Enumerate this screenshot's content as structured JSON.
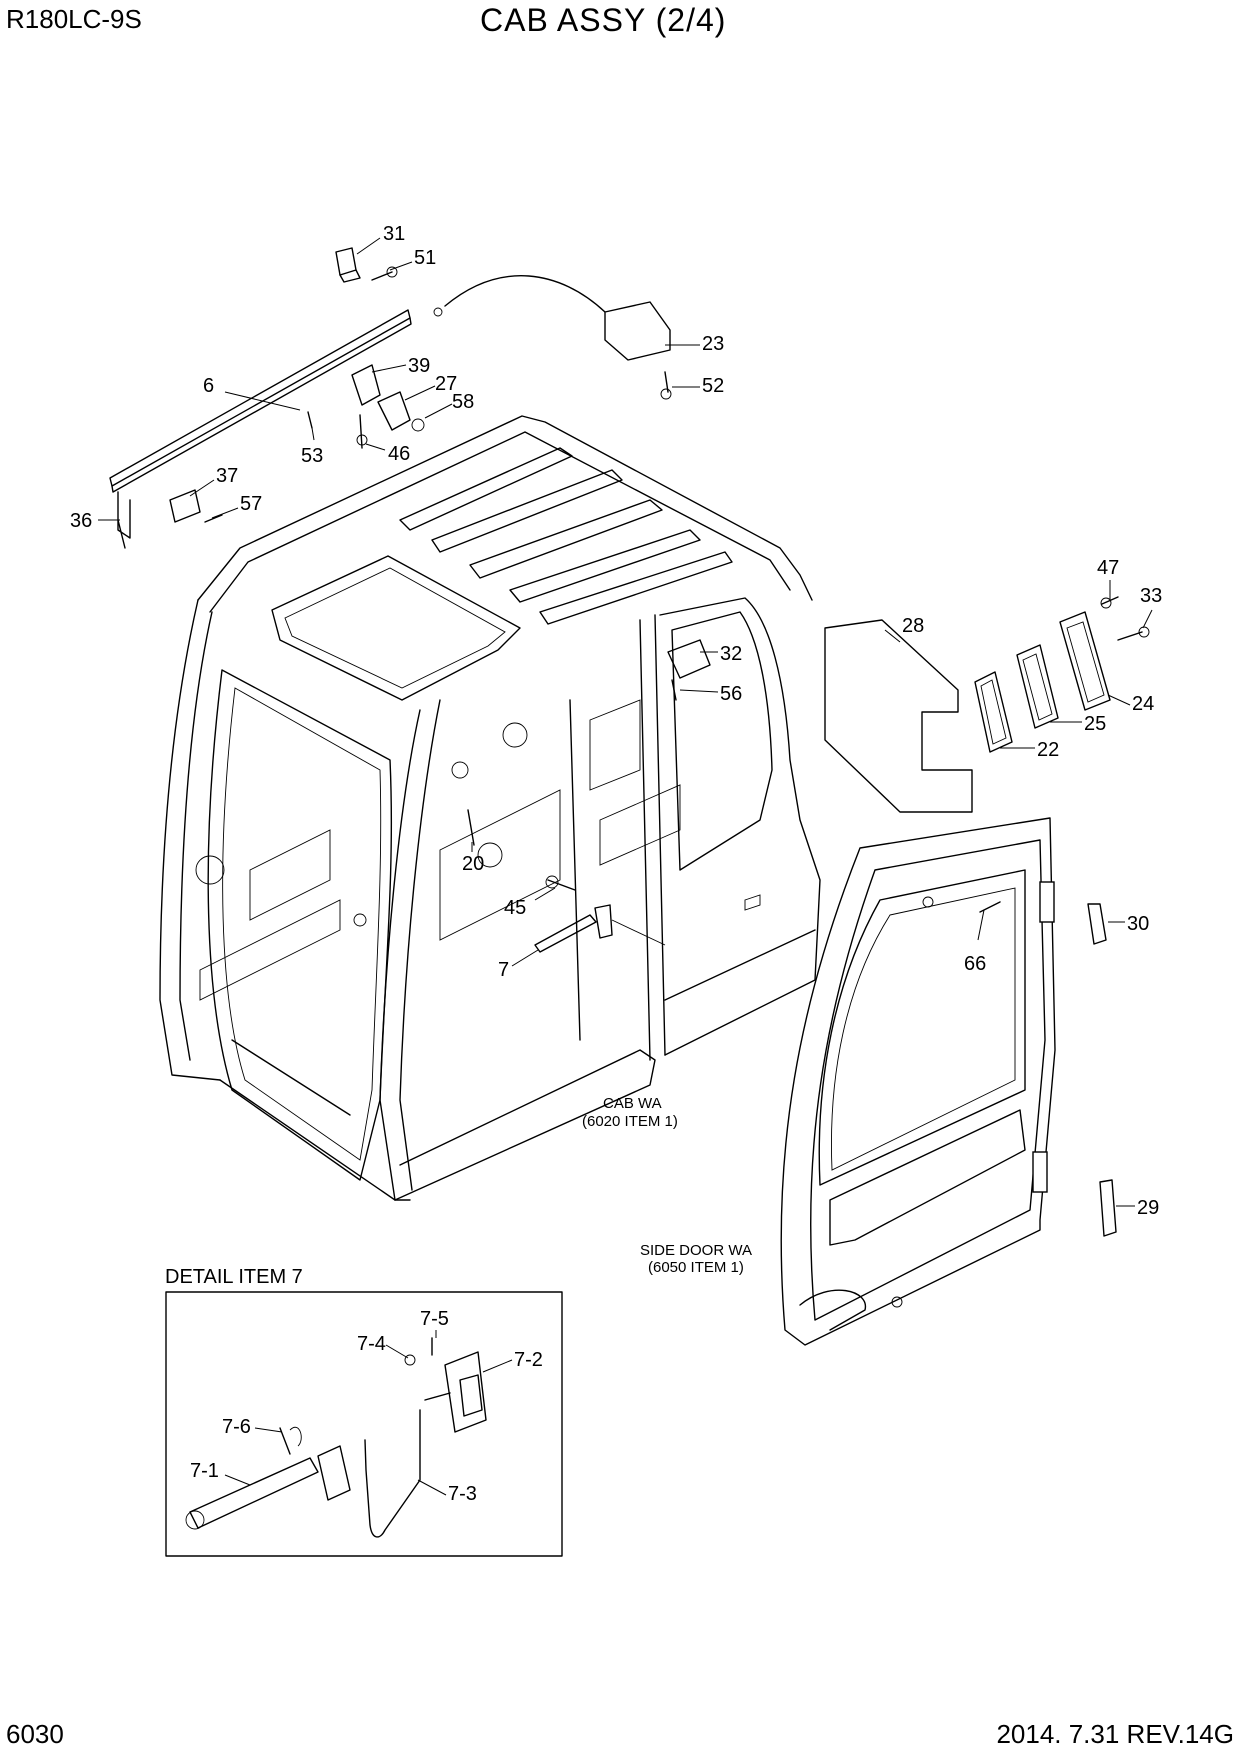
{
  "header": {
    "model": "R180LC-9S",
    "title": "CAB ASSY (2/4)"
  },
  "footer": {
    "page": "6030",
    "revision": "2014. 7.31  REV.14G"
  },
  "notes": {
    "cab_line1": "CAB WA",
    "cab_line2": "(6020 ITEM 1)",
    "door_line1": "SIDE DOOR WA",
    "door_line2": "(6050 ITEM 1)",
    "detail_title": "DETAIL ITEM 7"
  },
  "callouts": [
    "31",
    "51",
    "23",
    "52",
    "6",
    "39",
    "27",
    "58",
    "53",
    "46",
    "37",
    "57",
    "36",
    "32",
    "56",
    "28",
    "47",
    "33",
    "24",
    "22",
    "25",
    "20",
    "45",
    "7",
    "30",
    "66",
    "29",
    "7-5",
    "7-4",
    "7-2",
    "7-6",
    "7-1",
    "7-3"
  ]
}
